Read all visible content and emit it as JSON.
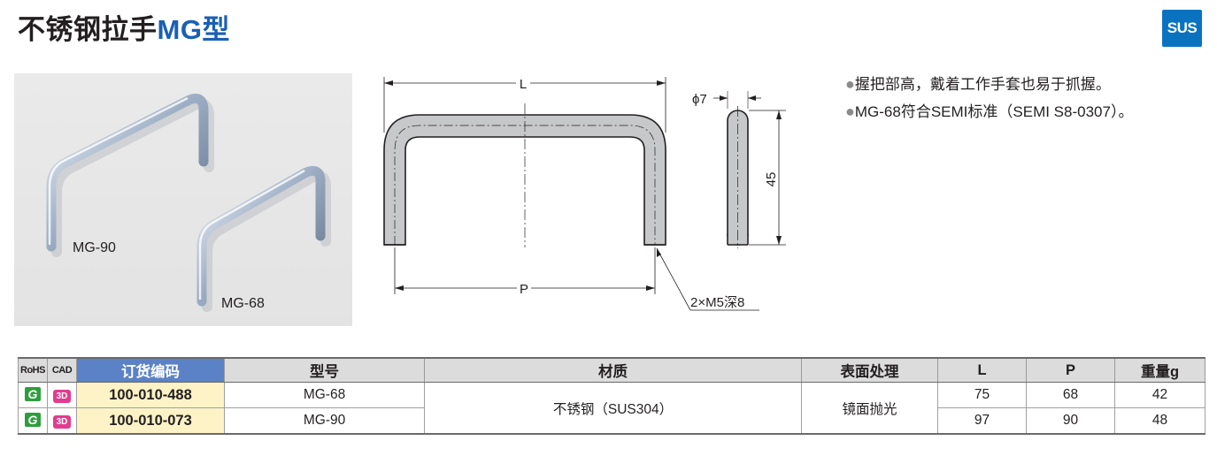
{
  "header": {
    "title_cn": "不锈钢拉手",
    "title_model": "MG型",
    "material_badge": "SUS"
  },
  "photo": {
    "labels": [
      "MG-90",
      "MG-68"
    ]
  },
  "drawing": {
    "dim_L": "L",
    "dim_P": "P",
    "dim_diameter": "ϕ7",
    "dim_height": "45",
    "thread_note": "2×M5深8"
  },
  "features": [
    "握把部高，戴着工作手套也易于抓握。",
    "MG-68符合SEMI标准（SEMI S8-0307）。"
  ],
  "feature_bullet": "●",
  "table": {
    "headers": [
      "RoHS",
      "CAD",
      "订货编码",
      "型号",
      "材质",
      "表面处理",
      "L",
      "P",
      "重量g"
    ],
    "rohs_icon": "G",
    "cad_icon": "3D",
    "material": "不锈钢（SUS304）",
    "finish": "镜面抛光",
    "rows": [
      {
        "code": "100-010-488",
        "model": "MG-68",
        "L": "75",
        "P": "68",
        "weight": "42"
      },
      {
        "code": "100-010-073",
        "model": "MG-90",
        "L": "97",
        "P": "90",
        "weight": "48"
      }
    ]
  },
  "colors": {
    "title_accent": "#1a5fb4",
    "badge_bg": "#0a73c0",
    "order_header_bg": "#5b82c6",
    "code_cell_bg": "#fdf3c6",
    "rohs_green": "#2e9e3d",
    "cad_magenta": "#e23c8e"
  }
}
